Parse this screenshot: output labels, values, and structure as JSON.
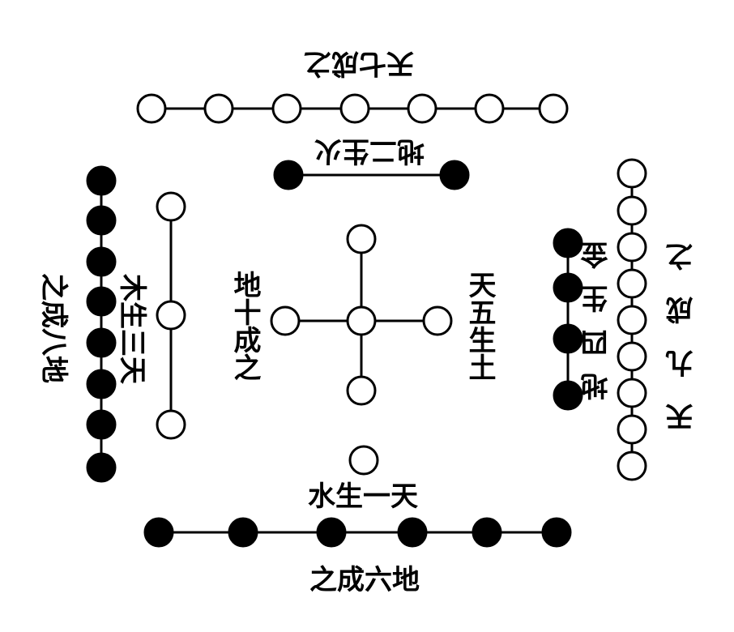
{
  "colors": {
    "ink": "#000000",
    "paper": "#ffffff"
  },
  "labels": {
    "top": "天七成之",
    "fire": "地二生火",
    "wood": "木生三天",
    "left": "之成八地",
    "earth_ten": "地十成之",
    "earth_five": "天五生土",
    "water": "水生一天",
    "bottom": "之成六地",
    "right_outer": "天九成之",
    "right_inner": "地四生金"
  }
}
